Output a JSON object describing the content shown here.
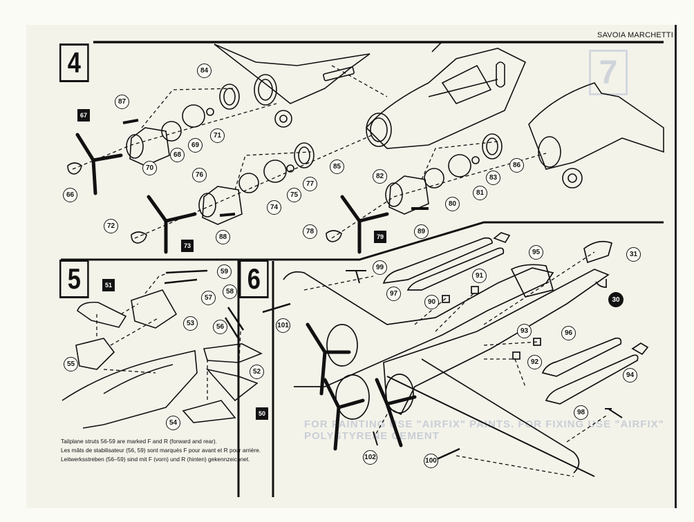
{
  "document": {
    "brand_header": "SAVOIA MARCHETTI",
    "steps": [
      {
        "number": "4"
      },
      {
        "number": "5"
      },
      {
        "number": "6"
      }
    ],
    "background_ghost_text": {
      "step_number": "7",
      "banner": "FOR PAINTING USE \"AIRFIX\" PAINTS. FOR FIXING USE \"AIRFIX\" POLYSTYRENE CEMENT"
    },
    "parts_step4": [
      "84",
      "87",
      "67",
      "71",
      "69",
      "68",
      "70",
      "66",
      "76",
      "72",
      "73",
      "88",
      "85",
      "77",
      "75",
      "74",
      "78",
      "79",
      "82",
      "80",
      "81",
      "83",
      "86",
      "89"
    ],
    "parts_step5": [
      "51",
      "59",
      "57",
      "53",
      "55",
      "58",
      "56",
      "52",
      "50",
      "54"
    ],
    "parts_step6": [
      "95",
      "99",
      "31",
      "97",
      "91",
      "90",
      "30",
      "101",
      "93",
      "96",
      "92",
      "94",
      "98",
      "102",
      "100"
    ],
    "callout_styles": {
      "boxed_black": [
        "67",
        "73",
        "79",
        "51",
        "50"
      ],
      "circled_black": [
        "30"
      ]
    },
    "note": {
      "en": "Tailplane struts 56-59 are marked F and R  (forward and rear).",
      "fr": "Les mâts de stabilisateur (56, 59) sont marqués F pour avant et R pour arrière.",
      "de": "Leitwerksstreben (56–59) sind mit F (vorn) und R (hinten) gekennzeichnet."
    }
  }
}
